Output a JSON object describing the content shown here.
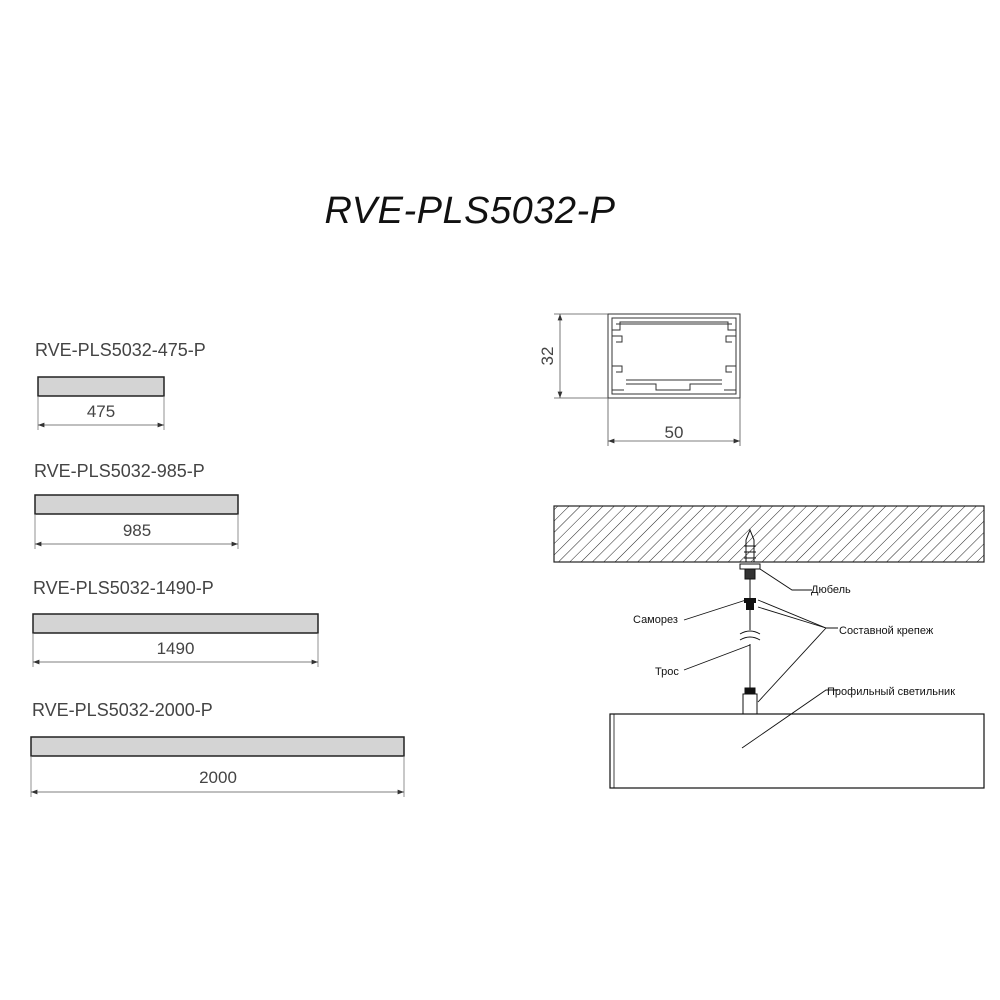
{
  "title": "RVE-PLS5032-P",
  "products": [
    {
      "model": "RVE-PLS5032-475-P",
      "length": "475"
    },
    {
      "model": "RVE-PLS5032-985-P",
      "length": "985"
    },
    {
      "model": "RVE-PLS5032-1490-P",
      "length": "1490"
    },
    {
      "model": "RVE-PLS5032-2000-P",
      "length": "2000"
    }
  ],
  "profile": {
    "height": "32",
    "width": "50"
  },
  "mounting": {
    "dowel": "Дюбель",
    "screw": "Саморез",
    "composite_mount": "Составной крепеж",
    "cable": "Трос",
    "luminaire": "Профильный светильник"
  }
}
